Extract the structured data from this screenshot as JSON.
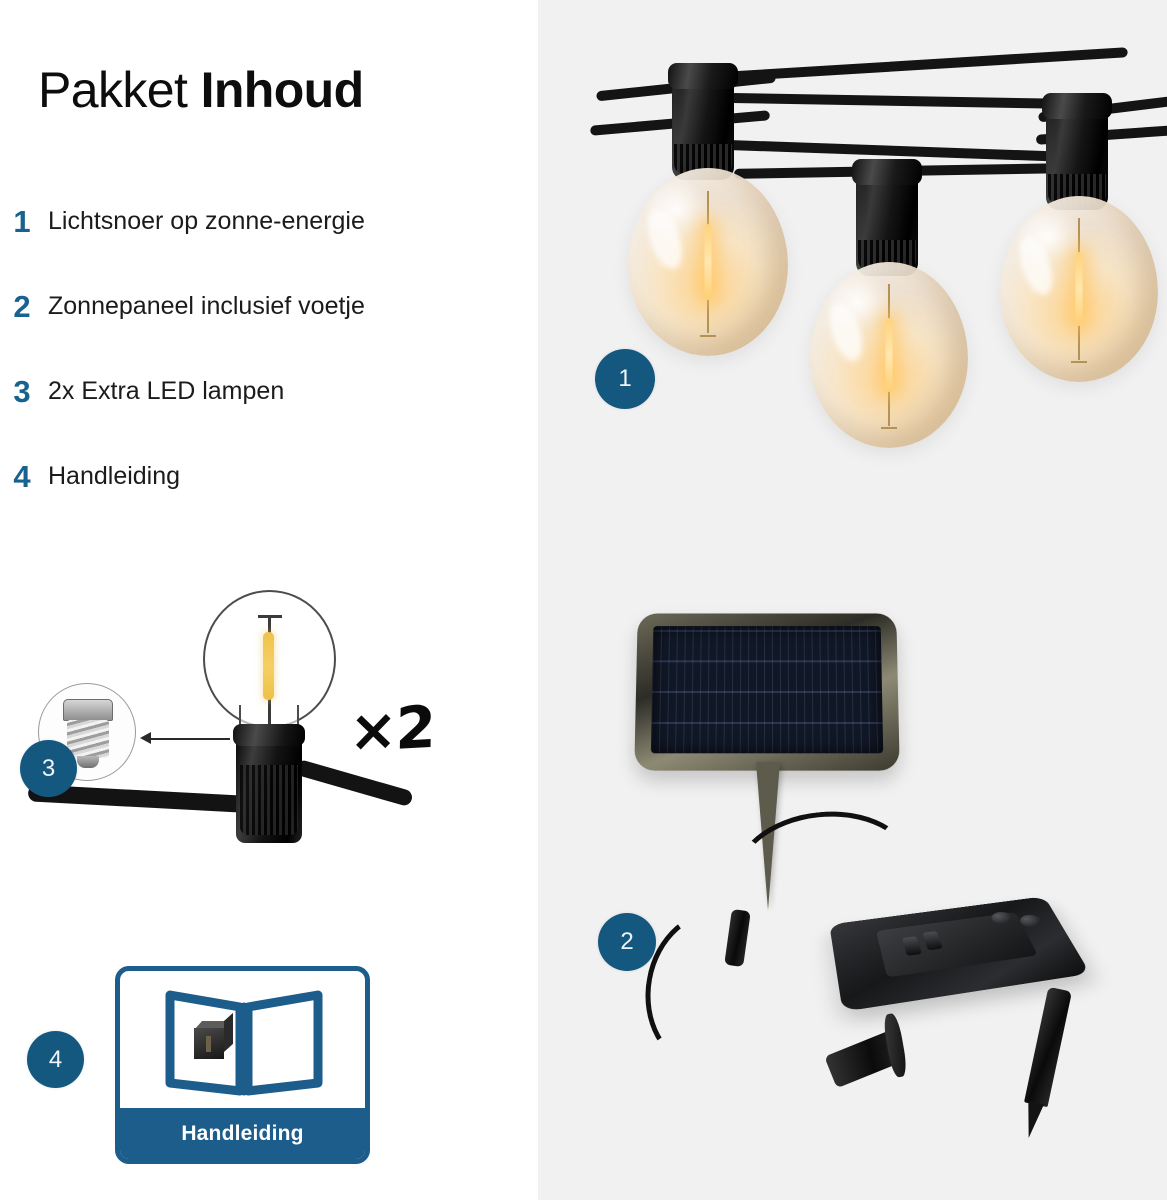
{
  "page": {
    "language": "nl",
    "background_left": "#ffffff",
    "background_right": "#f1f1f1",
    "accent_blue": "#15587f",
    "accent_blue_light": "#1d5d8c",
    "number_blue": "#18628f"
  },
  "header": {
    "title_light": "Pakket ",
    "title_bold": "Inhoud"
  },
  "contents_list": [
    {
      "number": "1",
      "label": "Lichtsnoer op zonne-energie"
    },
    {
      "number": "2",
      "label": "Zonnepaneel inclusief voetje"
    },
    {
      "number": "3",
      "label": "2x Extra LED lampen"
    },
    {
      "number": "4",
      "label": "Handleiding"
    }
  ],
  "badges": {
    "string_lights": "1",
    "solar_panel": "2",
    "extra_bulbs": "3",
    "manual": "4"
  },
  "diagram": {
    "multiplier": "×2"
  },
  "manual_card": {
    "footer_label": "Handleiding"
  },
  "icons": {
    "bulb": "light-bulb-icon",
    "socket": "lamp-socket-icon",
    "screw_base": "screw-base-icon",
    "arrow": "arrow-left-icon",
    "book": "open-book-icon",
    "solar_panel": "solar-panel-icon",
    "controller": "controller-box-icon",
    "ground_stake": "ground-stake-icon"
  }
}
